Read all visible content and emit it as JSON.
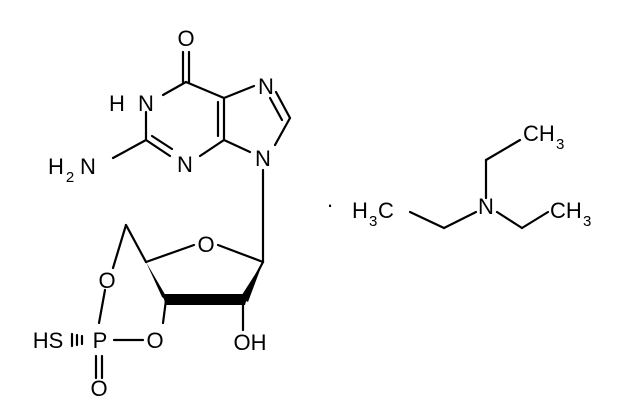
{
  "labels": {
    "carbonyl_O": "O",
    "n1_h": "H",
    "n1": "N",
    "n7": "N",
    "n3": "N",
    "n9": "N",
    "amine_h": "H",
    "amine_sub": "2",
    "amine_n": "N",
    "ring_O": "O",
    "o5": "O",
    "o3": "O",
    "phosphorus": "P",
    "thiol": "HS",
    "phosphoryl_O": "O",
    "hydroxyl": "OH",
    "dot": "·",
    "tea_N": "N",
    "ch3_top": "CH",
    "ch3_top_sub": "3",
    "ch3_right": "CH",
    "ch3_right_sub": "3",
    "h3c_left_h": "H",
    "h3c_left_sub": "3",
    "h3c_left_c": "C"
  }
}
